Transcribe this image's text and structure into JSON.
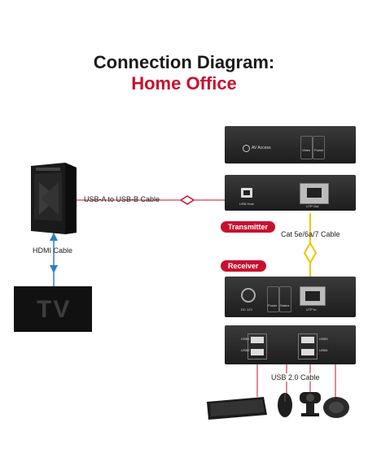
{
  "title": {
    "line1": "Connection Diagram:",
    "line2": "Home Office"
  },
  "labels": {
    "usb_cable": "USB-A to USB-B Cable",
    "hdmi_cable": "HDMI Cable",
    "cat_cable": "Cat 5e/6a/7 Cable",
    "usb2_cable": "USB 2.0 Cable",
    "transmitter": "Transmitter",
    "receiver": "Receiver",
    "tv": "TV"
  },
  "device_text": {
    "brand": "AV Access",
    "video": "Video",
    "power": "Power",
    "usb_host": "USB Host",
    "utp_out": "UTP Out",
    "dc": "DC 12V",
    "status": "Status",
    "utp_in": "UTP In",
    "usb1": "USB1",
    "usb2": "USB2",
    "usb3": "USB3",
    "usb4": "USB4"
  },
  "colors": {
    "accent": "#c8102e",
    "hdmi": "#2e7fc8",
    "cat": "#f2c200",
    "device": "#2a2a2a"
  }
}
